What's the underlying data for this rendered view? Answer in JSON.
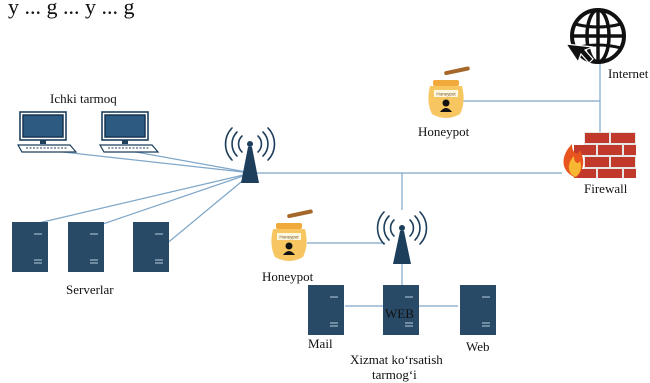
{
  "top_text_fragment": "y ... g ... y ... g",
  "labels": {
    "internal_network": "Ichki tarmoq",
    "servers": "Serverlar",
    "internet": "Internet",
    "firewall": "Firewall",
    "honeypot_top": "Honeypot",
    "honeypot_bottom": "Honeypot",
    "jar_text": "Honeypot",
    "mail": "Mail",
    "web_server": "WEB",
    "web": "Web",
    "service_network_line1": "Xizmat ko‘rsatish",
    "service_network_line2": "tarmog‘i"
  },
  "icons": {
    "workstation": "desktop-computer-icon",
    "server": "server-tower-icon",
    "router": "wireless-antenna-icon",
    "internet": "globe-cursor-icon",
    "firewall": "brick-wall-fire-icon",
    "honeypot": "honey-jar-hacker-icon"
  },
  "colors": {
    "server": "#294a66",
    "links": "#7fa7c9",
    "firewall_brick": "#c0392b",
    "honey": "#f2a93b"
  }
}
